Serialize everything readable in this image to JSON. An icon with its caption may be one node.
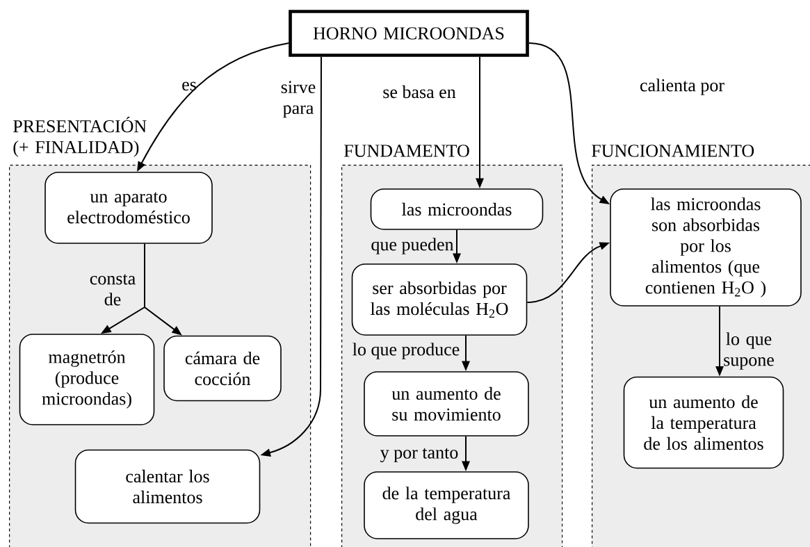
{
  "diagram": {
    "nodes": [
      {
        "text": [
          "HORNO MICROONDAS"
        ]
      },
      {
        "text": [
          "PRESENTACIÓN (+ FINALIDAD)"
        ]
      },
      {
        "text": [
          "un aparato electrodoméstico"
        ],
        "in": 1
      },
      {
        "text": [
          "magnetrón (produce microondas)"
        ],
        "in": 1
      },
      {
        "text": [
          "cámara de cocción"
        ],
        "in": 1
      },
      {
        "text": [
          "calentar los alimentos"
        ],
        "in": 1
      },
      {
        "text": [
          "FUNDAMENTO"
        ]
      },
      {
        "text": [
          "las microondas"
        ],
        "in": 6
      },
      {
        "text": [
          "ser absorbidas por las moléculas H$_{2}$O"
        ],
        "in": 6
      },
      {
        "text": [
          "un aumento de su movimiento"
        ],
        "in": 6
      },
      {
        "text": [
          "de la temperatura del agua"
        ],
        "in": 6
      },
      {
        "text": [
          "FUNCIONAMIENTO"
        ]
      },
      {
        "text": [
          "las microondas son absorbidas por los alimentos (que contienen H$_{2}$O )"
        ],
        "in": 11
      },
      {
        "text": [
          "un aumento de la temperatura de los alimentos"
        ],
        "in": 11
      }
    ],
    "edges": [
      {
        "from": 0,
        "to": 2,
        "arrow": "to",
        "label": "es"
      },
      {
        "from": 2,
        "to": 3,
        "arrow": "to",
        "label": "consta de"
      },
      {
        "from": 2,
        "to": 4,
        "arrow": "to"
      },
      {
        "from": 0,
        "to": 5,
        "arrow": "to",
        "label": "sirve para"
      },
      {
        "from": 0,
        "to": 7,
        "arrow": "to",
        "label": "se basa en"
      },
      {
        "from": 7,
        "to": 8,
        "arrow": "to",
        "label": "que pueden"
      },
      {
        "from": 8,
        "to": 9,
        "arrow": "to",
        "label": "lo que produce"
      },
      {
        "from": 9,
        "to": 10,
        "arrow": "to",
        "label": "y por tanto"
      },
      {
        "from": 0,
        "to": 12,
        "arrow": "to",
        "label": "calienta por"
      },
      {
        "from": 8,
        "to": 12,
        "arrow": "to"
      },
      {
        "from": 12,
        "to": 13,
        "arrow": "to",
        "label": "lo que supone"
      }
    ]
  }
}
